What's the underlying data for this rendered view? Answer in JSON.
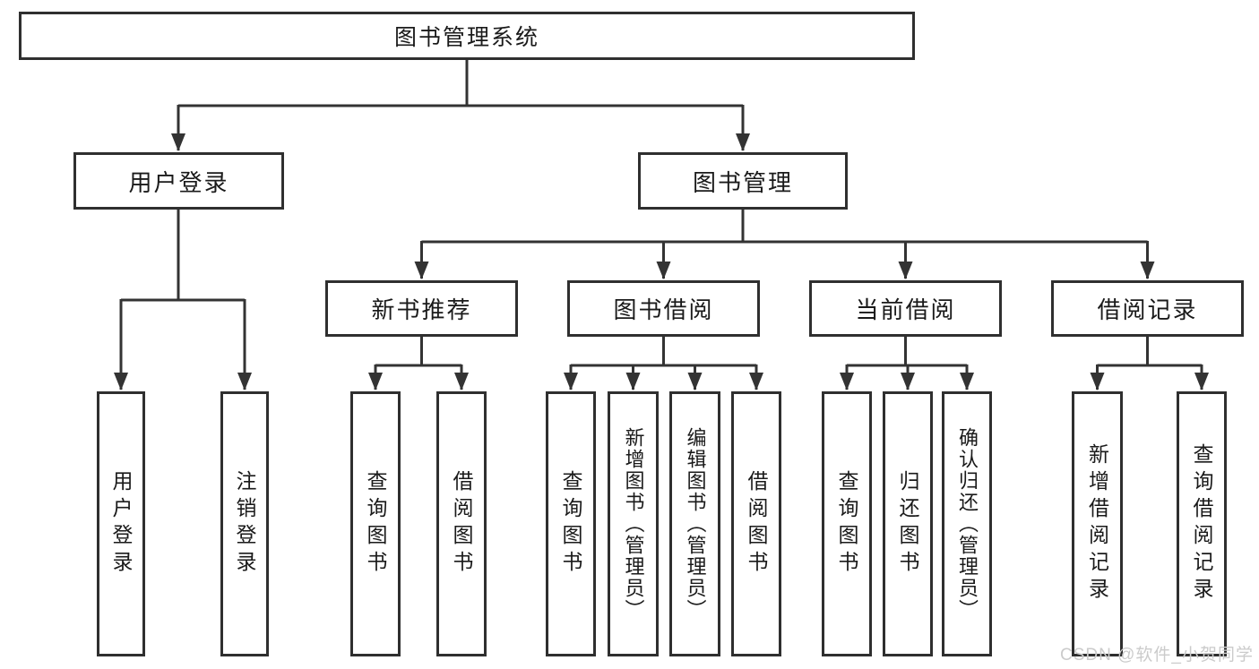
{
  "tree": {
    "root": {
      "label": "图书管理系统"
    },
    "branches": [
      {
        "label": "用户登录",
        "children": [
          {
            "label": "用户登录"
          },
          {
            "label": "注销登录"
          }
        ]
      },
      {
        "label": "图书管理",
        "children": [
          {
            "label": "新书推荐",
            "children": [
              {
                "label": "查询图书"
              },
              {
                "label": "借阅图书"
              }
            ]
          },
          {
            "label": "图书借阅",
            "children": [
              {
                "label": "查询图书"
              },
              {
                "label": "新增图书（管理员）"
              },
              {
                "label": "编辑图书（管理员）"
              },
              {
                "label": "借阅图书"
              }
            ]
          },
          {
            "label": "当前借阅",
            "children": [
              {
                "label": "查询图书"
              },
              {
                "label": "归还图书"
              },
              {
                "label": "确认归还（管理员）"
              }
            ]
          },
          {
            "label": "借阅记录",
            "children": [
              {
                "label": "新增借阅记录"
              },
              {
                "label": "查询借阅记录"
              }
            ]
          }
        ]
      }
    ]
  },
  "watermark": {
    "text": "CSDN @软件_小贺同学",
    "color": "#cbcbcb"
  },
  "style": {
    "line_color": "#333333",
    "box_border_color": "#2f2f2f",
    "box_background": "#ffffff",
    "text_color": "#1a1a1a"
  }
}
